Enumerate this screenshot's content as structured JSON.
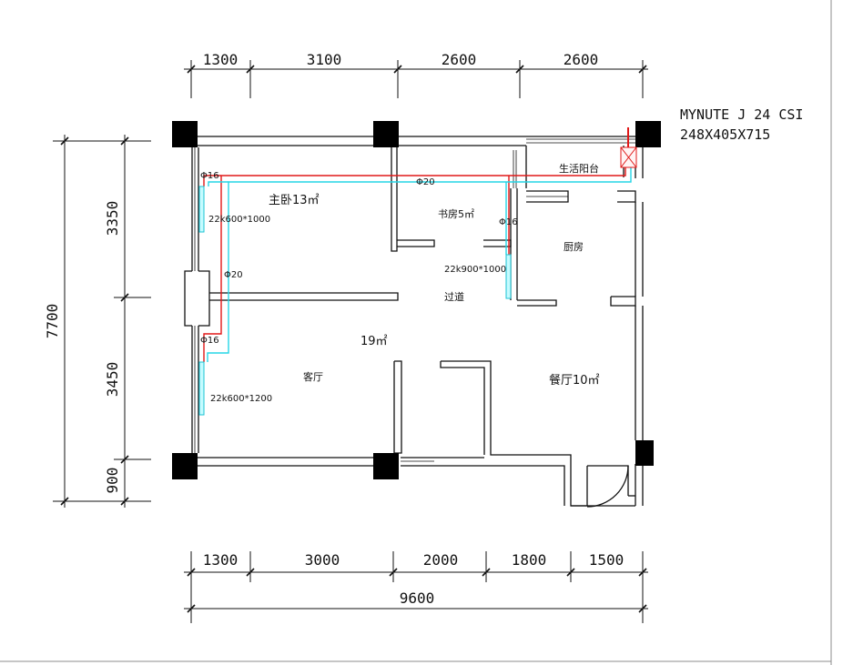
{
  "boiler": {
    "model": "MYNUTE J 24 CSI",
    "size": "248X405X715"
  },
  "dimensions": {
    "top": [
      "1300",
      "3100",
      "2600",
      "2600"
    ],
    "bottom": [
      "1300",
      "3000",
      "2000",
      "1800",
      "1500"
    ],
    "bottom_total": "9600",
    "left": [
      "3350",
      "3450",
      "900"
    ],
    "left_total": "7700"
  },
  "rooms": {
    "master_bedroom": "主卧13㎡",
    "study": "书房5㎡",
    "balcony": "生活阳台",
    "kitchen": "厨房",
    "corridor": "过道",
    "total_area": "19㎡",
    "living_room": "客厅",
    "dining_room": "餐厅10㎡"
  },
  "pipes": {
    "bedroom_branch": "Φ16",
    "main_top": "Φ20",
    "study_branch": "Φ16",
    "vertical_main": "Φ20",
    "living_branch": "Φ16"
  },
  "radiators": {
    "bedroom": "22k600*1000",
    "study": "22k900*1000",
    "living": "22k600*1200"
  },
  "colors": {
    "supply_pipe": "#e01818",
    "return_pipe": "#25d6e6",
    "walls": "#111111"
  }
}
